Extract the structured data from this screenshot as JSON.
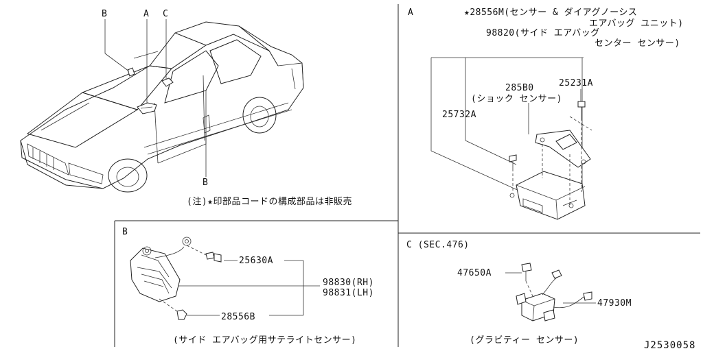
{
  "callouts_main": {
    "b": "B",
    "a": "A",
    "c": "C",
    "b_door": "B"
  },
  "note": "(注)★印部品コードの構成部品は非販売",
  "panel_a": {
    "letter": "A",
    "star_line1": "★28556M(センサー & ダイアグノーシス",
    "star_line2": "エアバッグ ユニット)",
    "side_line1": "98820(サイド エアバッグ",
    "side_line2": "センター センサー)",
    "p285b0": "285B0",
    "p285b0_name": "(ショック センサー)",
    "p25231a": "25231A",
    "p25732a": "25732A"
  },
  "panel_b": {
    "letter": "B",
    "p25630a": "25630A",
    "p98830": "98830(RH)",
    "p98831": "98831(LH)",
    "p28556b": "28556B",
    "caption": "(サイド エアバッグ用サテライトセンサー)"
  },
  "panel_c": {
    "title": "C (SEC.476)",
    "p47650a": "47650A",
    "p47930m": "47930M",
    "caption": "(グラビティー センサー)"
  },
  "drawing_code": "J2530058"
}
